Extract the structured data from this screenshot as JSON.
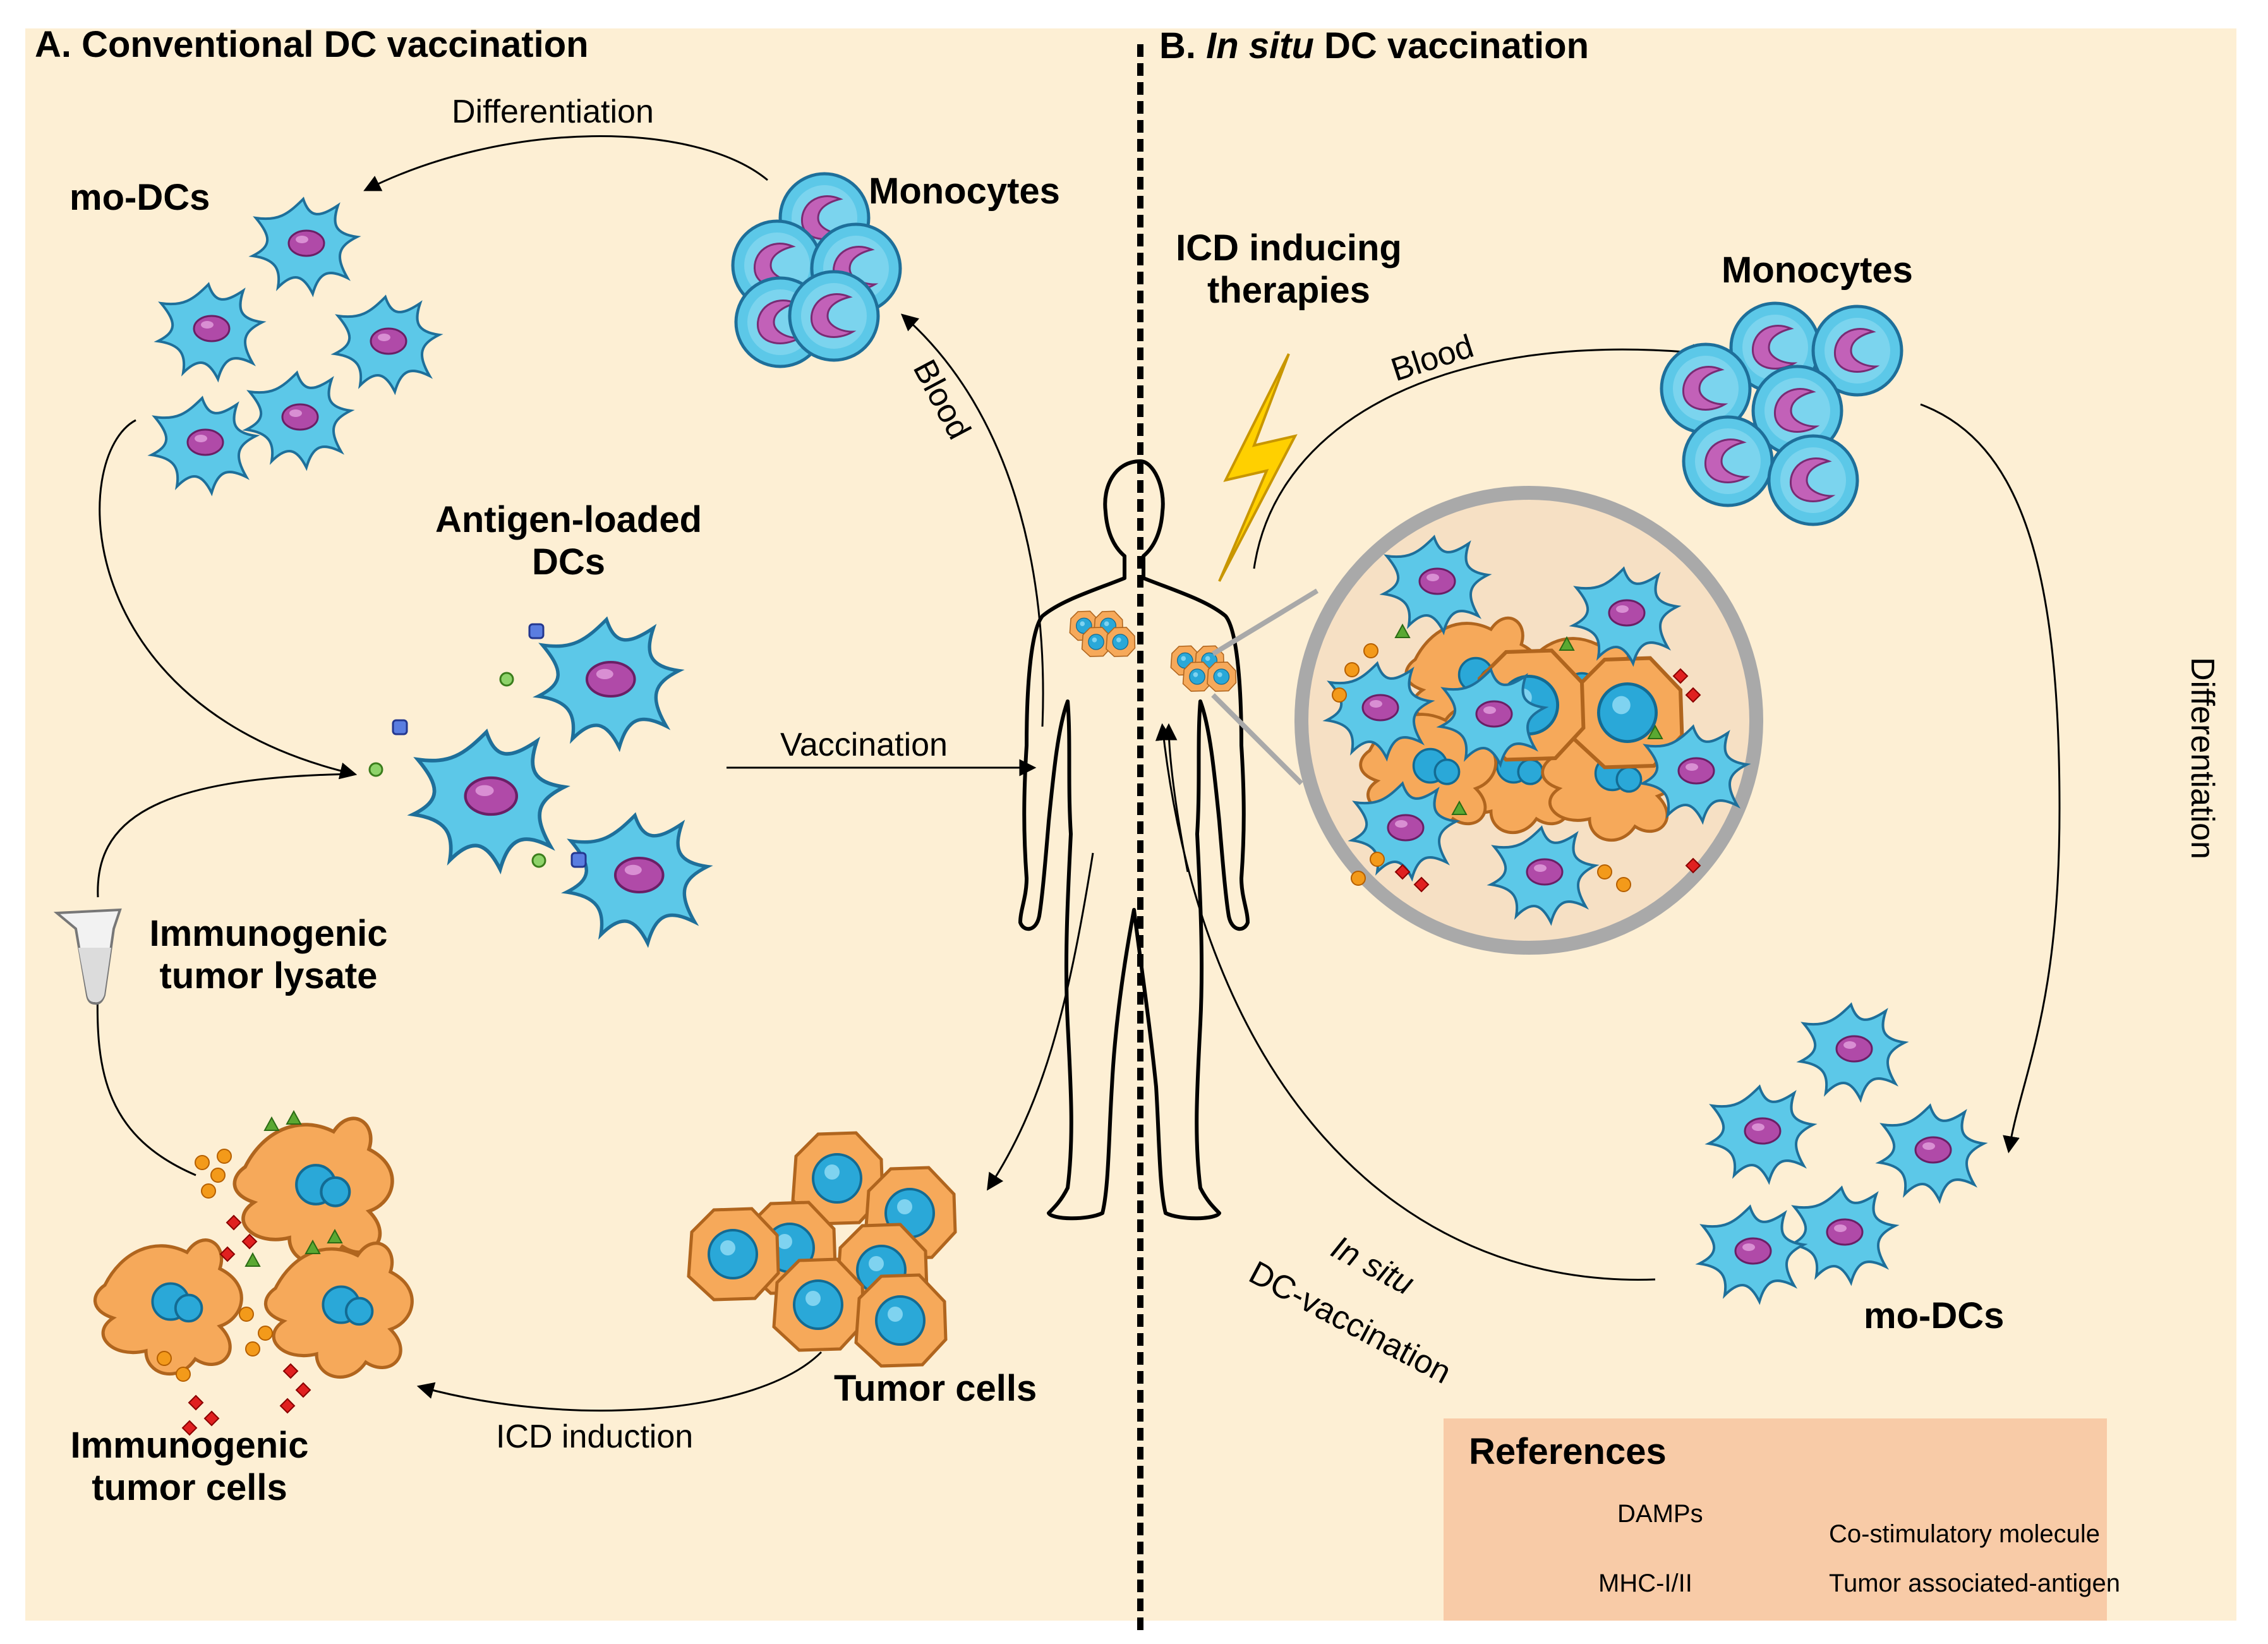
{
  "panel_a": {
    "title": "A. Conventional DC vaccination",
    "mo_dcs": "mo-DCs",
    "monocytes": "Monocytes",
    "differentiation": "Differentiation",
    "blood": "Blood",
    "antigen_loaded_dcs_line1": "Antigen-loaded",
    "antigen_loaded_dcs_line2": "DCs",
    "vaccination": "Vaccination",
    "tumor_lysate_line1": "Immunogenic",
    "tumor_lysate_line2": "tumor lysate",
    "immunogenic_tumor_cells_line1": "Immunogenic",
    "immunogenic_tumor_cells_line2": "tumor cells",
    "icd_induction": "ICD induction",
    "tumor_cells": "Tumor cells"
  },
  "panel_b": {
    "title_prefix": "B. ",
    "title_italic": "In situ",
    "title_suffix": " DC vaccination",
    "icd_line1": "ICD inducing",
    "icd_line2": "therapies",
    "blood": "Blood",
    "monocytes": "Monocytes",
    "differentiation": "Differentiation",
    "mo_dcs": "mo-DCs",
    "in_situ_italic": "In situ",
    "dc_vaccination": "DC-vaccination"
  },
  "legend": {
    "title": "References",
    "damps": "DAMPs",
    "mhc": "MHC-I/II",
    "costim": "Co-stimulatory molecule",
    "taa": "Tumor associated-antigen"
  },
  "colors": {
    "background": "#fdefd4",
    "legend_bg": "#f8cba7",
    "dc_cell": "#5cc8e8",
    "nucleus": "#b04aa8",
    "tumor_cell": "#f6a95a",
    "tumor_nucleus": "#2aa8d8",
    "lightning": "#ffd000"
  }
}
